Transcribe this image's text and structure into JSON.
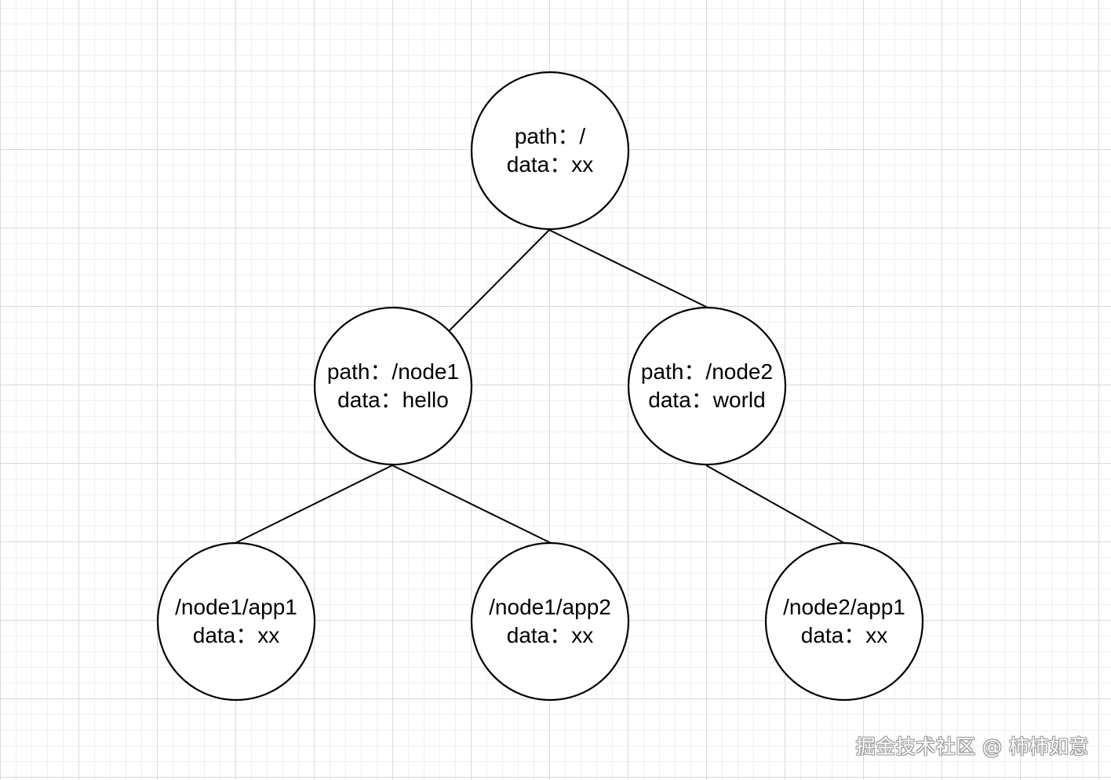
{
  "diagram": {
    "nodes": {
      "root": {
        "line1": "path：/",
        "line2": "data：xx"
      },
      "node1": {
        "line1": "path：/node1",
        "line2": "data：hello"
      },
      "node2": {
        "line1": "path：/node2",
        "line2": "data：world"
      },
      "node1_app1": {
        "line1": "/node1/app1",
        "line2": "data：xx"
      },
      "node1_app2": {
        "line1": "/node1/app2",
        "line2": "data：xx"
      },
      "node2_app1": {
        "line1": "/node2/app1",
        "line2": "data：xx"
      }
    },
    "edges": [
      {
        "from": "root",
        "to": "node1"
      },
      {
        "from": "root",
        "to": "node2"
      },
      {
        "from": "node1",
        "to": "node1_app1"
      },
      {
        "from": "node1",
        "to": "node1_app2"
      },
      {
        "from": "node2",
        "to": "node2_app1"
      }
    ]
  },
  "watermark": {
    "text": "掘金技术社区 @ 柿柿如意"
  }
}
